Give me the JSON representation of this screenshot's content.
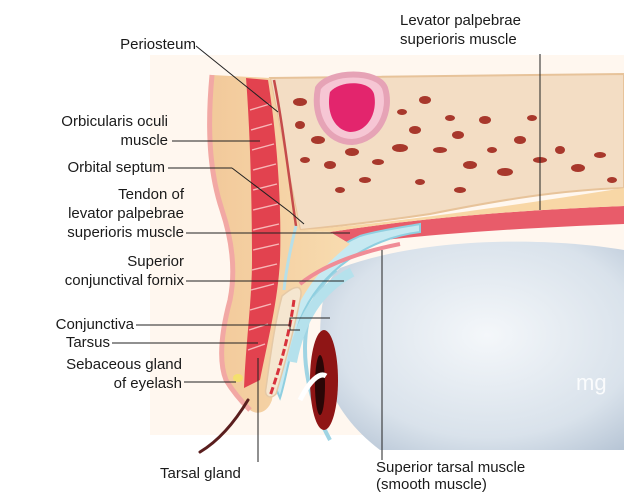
{
  "labels": {
    "periosteum": "Periosteum",
    "levator_line1": "Levator palpebrae",
    "levator_line2": "superioris muscle",
    "orbicularis_line1": "Orbicularis oculi",
    "orbicularis_line2": "muscle",
    "orbital_septum": "Orbital septum",
    "tendon_line1": "Tendon of",
    "tendon_line2": "levator palpebrae",
    "tendon_line3": "superioris muscle",
    "fornix_line1": "Superior",
    "fornix_line2": "conjunctival fornix",
    "conjunctiva": "Conjunctiva",
    "tarsus": "Tarsus",
    "sebaceous_line1": "Sebaceous gland",
    "sebaceous_line2": "of eyelash",
    "tarsal_gland": "Tarsal gland",
    "tarsal_muscle_line1": "Superior tarsal muscle",
    "tarsal_muscle_line2": "(smooth muscle)"
  },
  "watermark": "mg",
  "colors": {
    "skin": "#f6d29c",
    "bone": "#f3dcc4",
    "marrow": "#a8342b",
    "sinus": "#e0246c",
    "muscle": "#e85a68",
    "fat": "#f8dca8",
    "conjunctiva": "#bfe6ef",
    "eye": "#dfe6ee",
    "iris": "#8f1515",
    "leader": "#222222"
  }
}
